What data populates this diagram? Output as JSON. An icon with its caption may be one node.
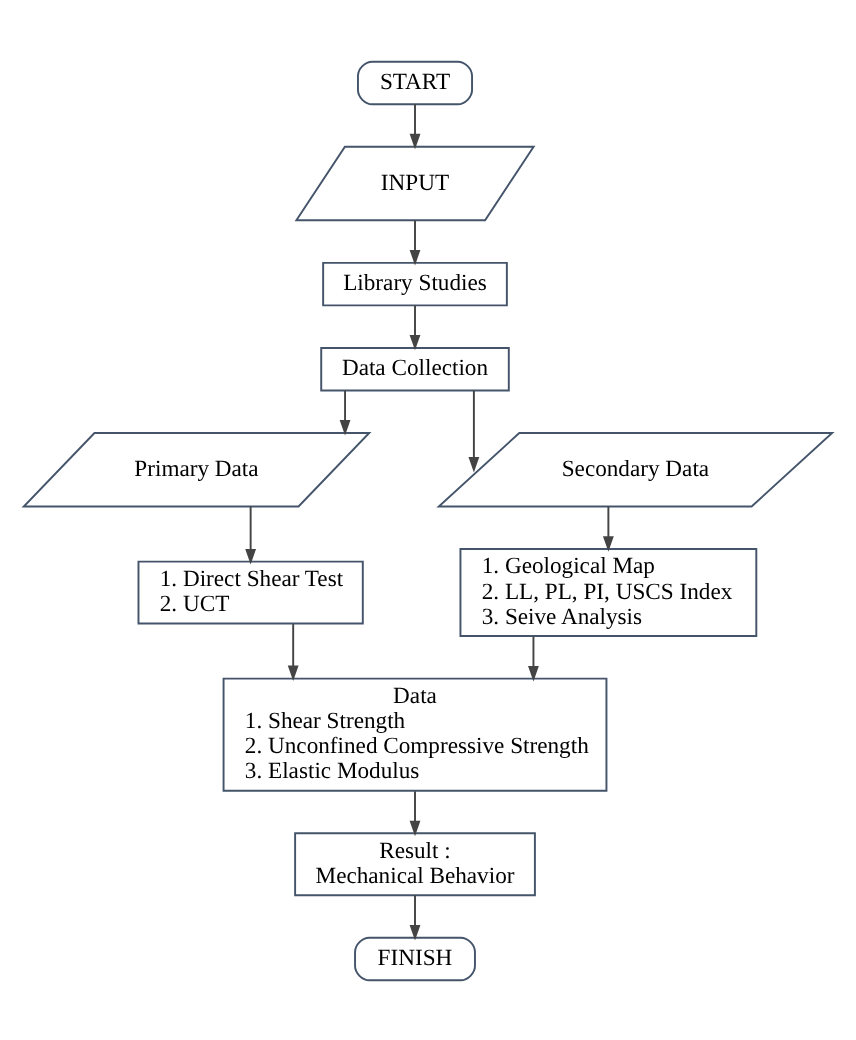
{
  "diagram": {
    "nodes": [
      {
        "text": [
          "START"
        ]
      },
      {
        "text": [
          "INPUT"
        ]
      },
      {
        "text": [
          "Library Studies"
        ]
      },
      {
        "text": [
          "Data Collection"
        ]
      },
      {
        "text": [
          "Primary Data"
        ]
      },
      {
        "text": [
          "Secondary Data"
        ]
      },
      {
        "text": [
          "1. Direct Shear Test",
          "2. UCT"
        ]
      },
      {
        "text": [
          "1. Geological Map",
          "2. LL, PL, PI, USCS Index",
          "3. Seive Analysis"
        ]
      },
      {
        "text": [
          "Data",
          "1. Shear Strength",
          "2. Unconfined Compressive Strength",
          "3. Elastic Modulus"
        ]
      },
      {
        "text": [
          "Result :",
          "Mechanical Behavior"
        ]
      },
      {
        "text": [
          "FINISH"
        ]
      }
    ],
    "edges": [
      {
        "from": 0,
        "to": 1,
        "arrow": "to"
      },
      {
        "from": 1,
        "to": 2,
        "arrow": "to"
      },
      {
        "from": 2,
        "to": 3,
        "arrow": "to"
      },
      {
        "from": 3,
        "to": 4,
        "arrow": "to"
      },
      {
        "from": 3,
        "to": 5,
        "arrow": "to"
      },
      {
        "from": 4,
        "to": 6,
        "arrow": "to"
      },
      {
        "from": 5,
        "to": 7,
        "arrow": "to"
      },
      {
        "from": 6,
        "to": 8,
        "arrow": "to"
      },
      {
        "from": 7,
        "to": 8,
        "arrow": "to"
      },
      {
        "from": 8,
        "to": 9,
        "arrow": "to"
      },
      {
        "from": 9,
        "to": 10,
        "arrow": "to"
      }
    ]
  }
}
